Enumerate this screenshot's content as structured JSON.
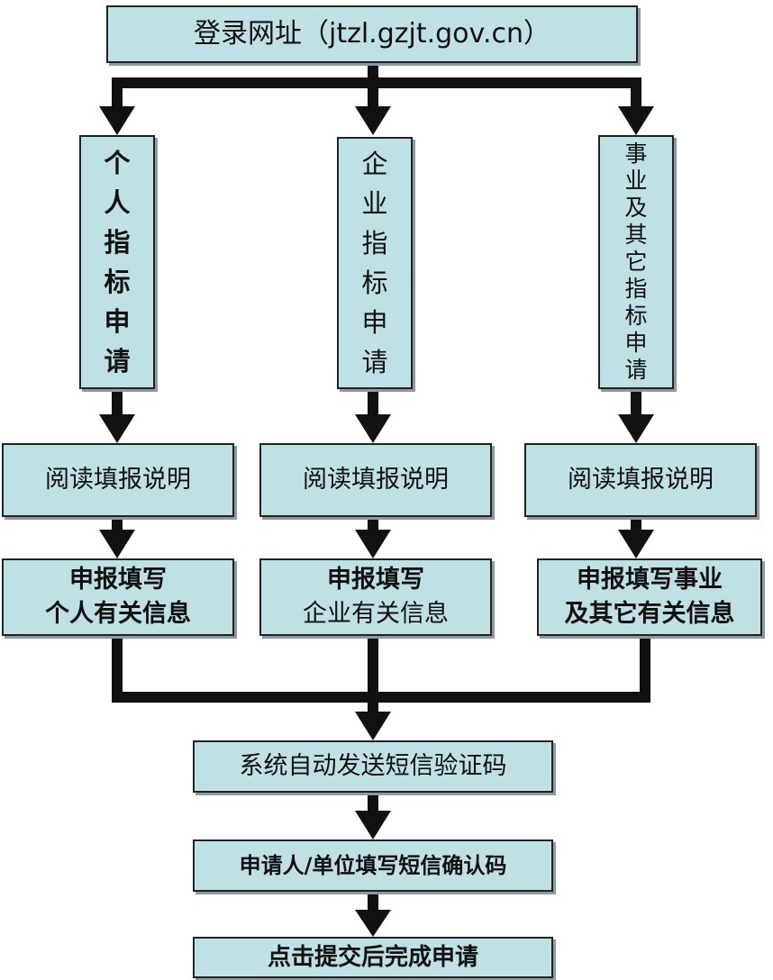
{
  "flow": {
    "login": "登录网址（jtzl.gzjt.gov.cn）",
    "categories": [
      {
        "title": "个人指标申请",
        "read": "阅读填报说明",
        "fill_line1": "申报填写",
        "fill_line2": "个人有关信息"
      },
      {
        "title": "企业指标申请",
        "read": "阅读填报说明",
        "fill_line1": "申报填写",
        "fill_line2": "企业有关信息"
      },
      {
        "title": "事业及其它指标申请",
        "read": "阅读填报说明",
        "fill_line1": "申报填写事业",
        "fill_line2": "及其它有关信息"
      }
    ],
    "sms_send": "系统自动发送短信验证码",
    "sms_confirm": "申请人/单位填写短信确认码",
    "finish": "点击提交后完成申请"
  },
  "colors": {
    "box_fill": "#bfe0e4",
    "line": "#111111",
    "shadow": "#8d9aa0"
  }
}
